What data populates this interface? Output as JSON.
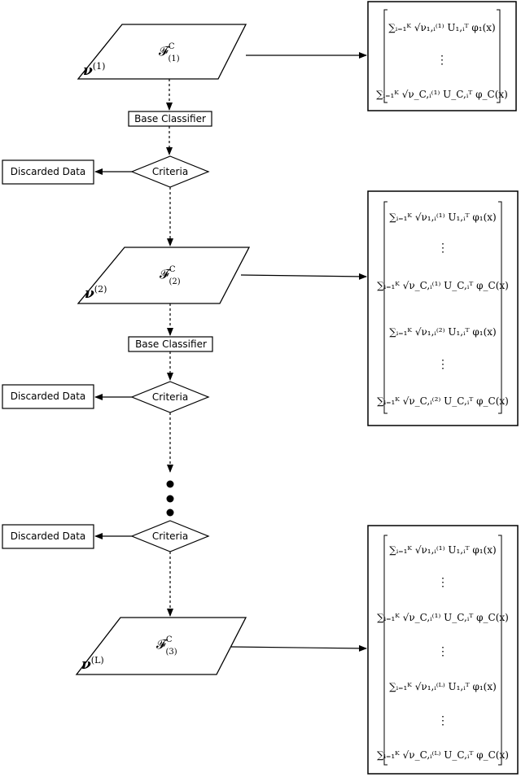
{
  "labels": {
    "base_classifier": "Base Classifier",
    "criteria": "Criteria",
    "discarded": "Discarded Data"
  },
  "stages": [
    {
      "nu": "ν",
      "nu_sup": "(1)",
      "F": "𝓕",
      "F_sup": "C",
      "F_sub": "(1)"
    },
    {
      "nu": "ν",
      "nu_sup": "(2)",
      "F": "𝓕",
      "F_sup": "C",
      "F_sub": "(2)"
    },
    {
      "nu": "ν",
      "nu_sup": "(L)",
      "F": "𝓕",
      "F_sup": "C",
      "F_sub": "(3)"
    }
  ],
  "vectors": [
    {
      "rows": [
        "∑ᵢ₌₁ᴷ √ν₁,ᵢ⁽¹⁾ U₁,ᵢᵀ φ₁(x)",
        "⋮",
        "∑ᵢ₌₁ᴷ √ν_C,ᵢ⁽¹⁾ U_C,ᵢᵀ φ_C(x)"
      ]
    },
    {
      "rows": [
        "∑ᵢ₌₁ᴷ √ν₁,ᵢ⁽¹⁾ U₁,ᵢᵀ φ₁(x)",
        "⋮",
        "∑ᵢ₌₁ᴷ √ν_C,ᵢ⁽¹⁾ U_C,ᵢᵀ φ_C(x)",
        "∑ᵢ₌₁ᴷ √ν₁,ᵢ⁽²⁾ U₁,ᵢᵀ φ₁(x)",
        "⋮",
        "∑ᵢ₌₁ᴷ √ν_C,ᵢ⁽²⁾ U_C,ᵢᵀ φ_C(x)"
      ]
    },
    {
      "rows": [
        "∑ᵢ₌₁ᴷ √ν₁,ᵢ⁽¹⁾ U₁,ᵢᵀ φ₁(x)",
        "⋮",
        "∑ᵢ₌₁ᴷ √ν_C,ᵢ⁽¹⁾ U_C,ᵢᵀ φ_C(x)",
        "⋮",
        "∑ᵢ₌₁ᴷ √ν₁,ᵢ⁽ᴸ⁾ U₁,ᵢᵀ φ₁(x)",
        "⋮",
        "∑ᵢ₌₁ᴷ √ν_C,ᵢ⁽ᴸ⁾ U_C,ᵢᵀ φ_C(x)"
      ]
    }
  ]
}
